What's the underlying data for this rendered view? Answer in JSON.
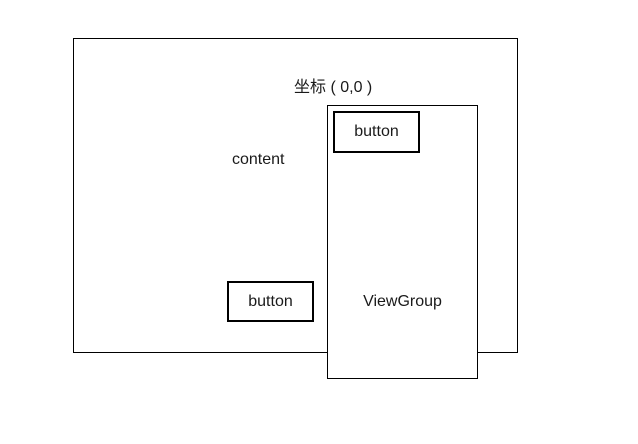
{
  "colors": {
    "background": "#ffffff",
    "line": "#000000",
    "text": "#1a1a1a"
  },
  "diagram": {
    "coordinate_label": "坐标 ( 0,0 )",
    "content": {
      "label": "content",
      "button_label": "button"
    },
    "viewgroup": {
      "label": "ViewGroup",
      "button_label": "button"
    }
  }
}
